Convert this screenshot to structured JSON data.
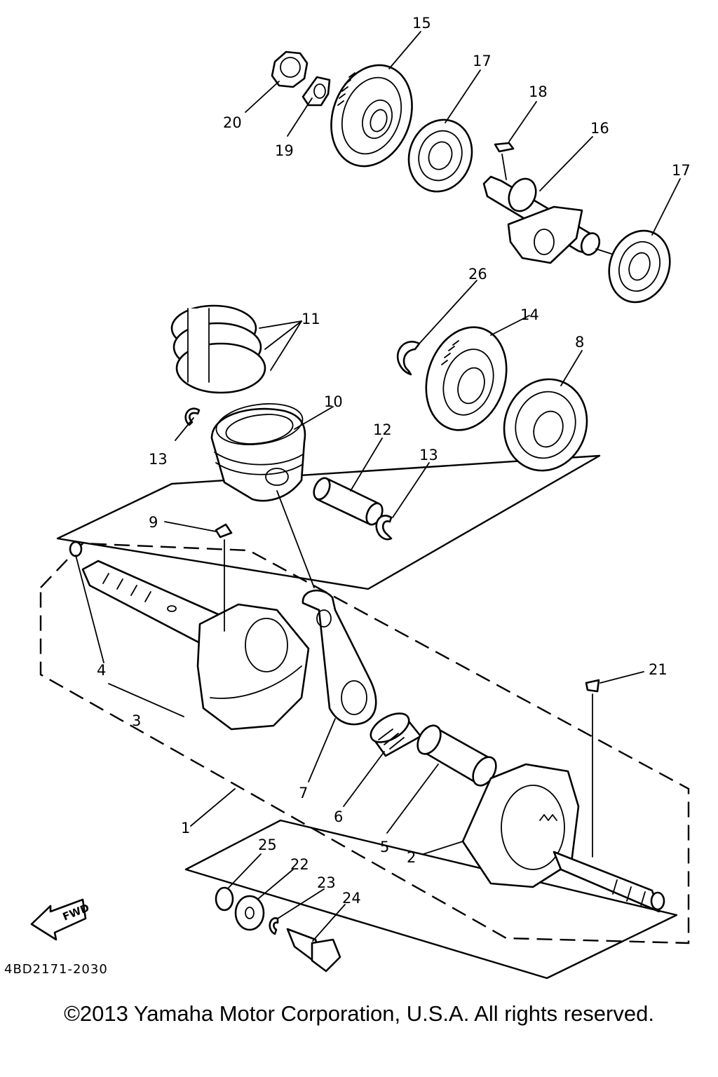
{
  "diagram": {
    "part_numbers": {
      "p1": "1",
      "p2": "2",
      "p3": "3",
      "p4": "4",
      "p5": "5",
      "p6": "6",
      "p7": "7",
      "p8": "8",
      "p9": "9",
      "p10": "10",
      "p11": "11",
      "p12": "12",
      "p13a": "13",
      "p13b": "13",
      "p14": "14",
      "p15": "15",
      "p16": "16",
      "p17a": "17",
      "p17b": "17",
      "p18": "18",
      "p19": "19",
      "p20": "20",
      "p21": "21",
      "p22": "22",
      "p23": "23",
      "p24": "24",
      "p25": "25",
      "p26": "26"
    },
    "fwd_label": "FWD",
    "drawing_code": "4BD2171-2030"
  },
  "footer": {
    "copyright": "©2013 Yamaha Motor Corporation, U.S.A. All rights reserved."
  }
}
